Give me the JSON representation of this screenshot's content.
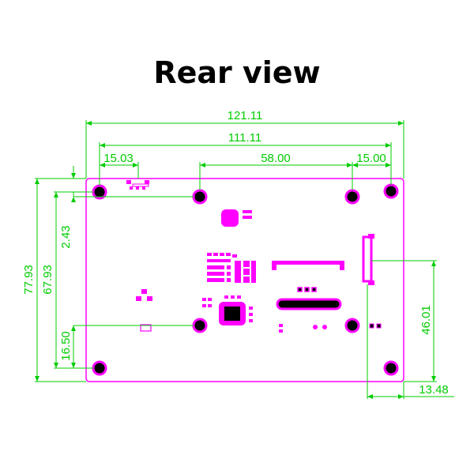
{
  "title": "Rear view",
  "colors": {
    "board_outline": "#ff00ff",
    "component": "#ff00ff",
    "dimension": "#00cc00",
    "hole_fill": "#000000"
  },
  "dimensions": {
    "overall_width": "121.11",
    "hole_span_width": "111.11",
    "left_hole_offset": "15.03",
    "middle_span": "58.00",
    "right_hole_offset": "15.00",
    "overall_height": "77.93",
    "hole_span_height": "67.93",
    "top_edge_offset": "2.43",
    "bottom_edge_offset": "16.50",
    "connector_height": "46.01",
    "connector_offset": "13.48"
  }
}
